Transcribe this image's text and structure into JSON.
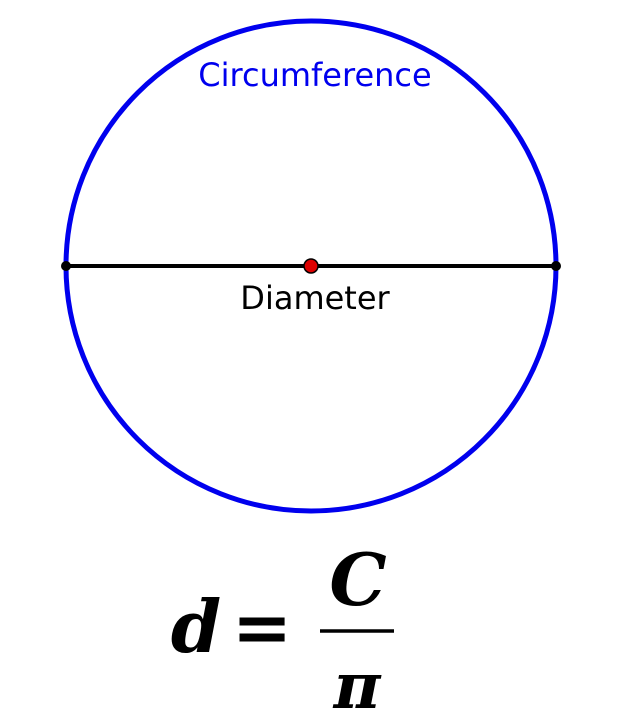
{
  "labels": {
    "circumference": "Circumference",
    "diameter": "Diameter"
  },
  "formula": {
    "lhs": "d",
    "equals": "=",
    "numerator": "C",
    "denominator": "π"
  },
  "colors": {
    "circle": "#0000ee",
    "diameter_line": "#000000",
    "center_point": "#dd0000",
    "endpoint": "#000000",
    "circumference_label": "#0000ee",
    "diameter_label": "#000000"
  }
}
